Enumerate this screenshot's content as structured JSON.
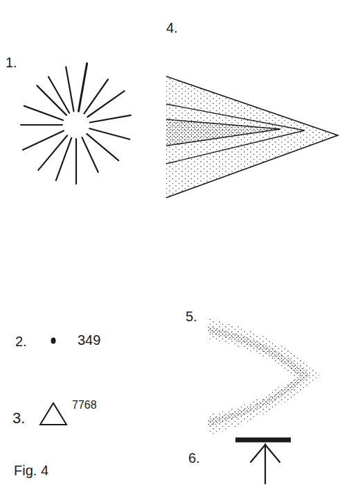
{
  "diagram": {
    "labels": [
      "4.",
      "1.",
      "2.",
      "349",
      "3.",
      "7768",
      "5.",
      "6.",
      "Fig. 4"
    ]
  }
}
